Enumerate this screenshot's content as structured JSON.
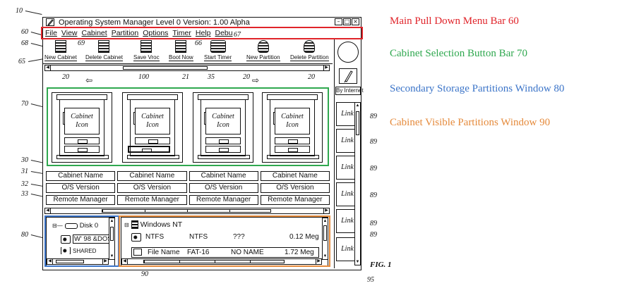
{
  "window": {
    "title": "Operating System Manager Level 0 Version:  1.00 Alpha",
    "buttons": [
      "–",
      "□",
      "×"
    ]
  },
  "menu": [
    "File",
    "View",
    "Cabinet",
    "Partition",
    "Options",
    "Timer",
    "Help",
    "Debug"
  ],
  "toolbar": [
    {
      "label": "New Cabinet",
      "icon": "cabinet-icon"
    },
    {
      "label": "Delete Cabinet",
      "icon": "delete-cabinet-icon"
    },
    {
      "label": "Save Vroc",
      "icon": "save-icon"
    },
    {
      "label": "Boot Now",
      "icon": "boot-icon"
    },
    {
      "label": "Start Timer",
      "icon": "timer-icon"
    },
    {
      "label": "New Partition",
      "icon": "new-partition-icon"
    },
    {
      "label": "Delete Partition",
      "icon": "delete-partition-icon"
    }
  ],
  "side_panel": {
    "by_internet": "By Internet",
    "links": [
      "Link",
      "Link",
      "Link",
      "Link",
      "Link",
      "Link"
    ]
  },
  "cabinets": [
    {
      "icon_text_1": "Cabinet",
      "icon_text_2": "Icon",
      "name": "Cabinet Name",
      "os": "O/S Version",
      "manager": "Remote Manager"
    },
    {
      "icon_text_1": "Cabinet",
      "icon_text_2": "Icon",
      "name": "Cabinet Name",
      "os": "O/S Version",
      "manager": "Remote Manager"
    },
    {
      "icon_text_1": "Cabinet",
      "icon_text_2": "Icon",
      "name": "Cabinet Name",
      "os": "O/S Version",
      "manager": "Remote Manager"
    },
    {
      "icon_text_1": "Cabinet",
      "icon_text_2": "Icon",
      "name": "Cabinet Name",
      "os": "O/S Version",
      "manager": "Remote Manager"
    }
  ],
  "storage": {
    "disk": "Disk  0",
    "items": [
      "W' 98 &DOS",
      "SHARED"
    ]
  },
  "visible_partitions": {
    "header": "Windows NT",
    "rows": [
      {
        "name": "NTFS",
        "fs": "NTFS",
        "label": "???",
        "size": "0.12 Meg"
      },
      {
        "name": "File Name",
        "fs": "FAT-16",
        "label": "NO NAME",
        "size": "1.72 Meg"
      }
    ]
  },
  "ref_numerals": {
    "r10": "10",
    "r60": "60",
    "r67": "67",
    "r68": "68",
    "r69": "69",
    "r66": "66",
    "r65": "65",
    "r20a": "20",
    "r100": "100",
    "r21": "21",
    "r35": "35",
    "r20b": "20",
    "r20c": "20",
    "r70": "70",
    "r30": "30",
    "r31": "31",
    "r32": "32",
    "r33": "33",
    "r80": "80",
    "r90": "90",
    "r95": "95",
    "r89": [
      "89",
      "89",
      "89",
      "89",
      "89",
      "89"
    ],
    "fig": "FIG. 1"
  },
  "annotations": {
    "menu": "Main Pull Down Menu Bar 60",
    "cabinet": "Cabinet Selection Button Bar 70",
    "storage": "Secondary Storage Partitions Window 80",
    "visible": "Cabinet Visible Partitions Window 90",
    "colors": {
      "menu": "#e0242a",
      "cabinet": "#2fa84f",
      "storage": "#3b74c8",
      "visible": "#e58a3b"
    }
  }
}
